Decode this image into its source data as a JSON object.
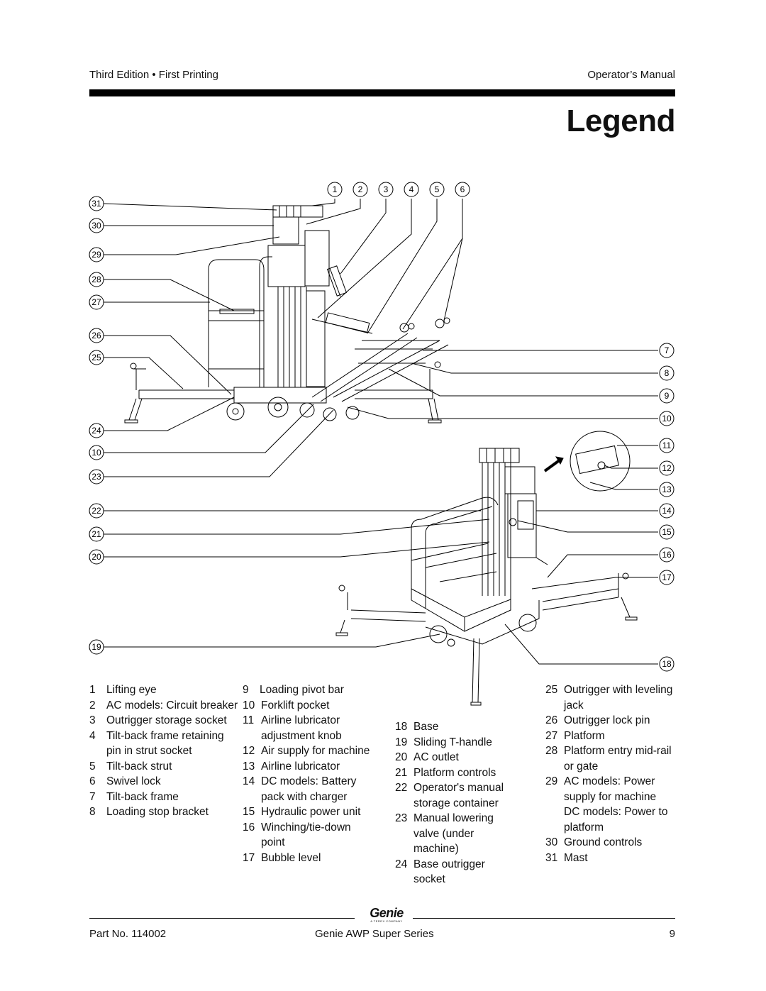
{
  "header": {
    "left": "Third Edition • First Printing",
    "right": "Operator’s Manual"
  },
  "title": "Legend",
  "callouts": [
    "1",
    "2",
    "3",
    "4",
    "5",
    "6",
    "7",
    "8",
    "9",
    "10",
    "11",
    "12",
    "13",
    "14",
    "15",
    "16",
    "17",
    "18",
    "19",
    "20",
    "21",
    "22",
    "23",
    "24",
    "10",
    "25",
    "26",
    "27",
    "28",
    "29",
    "30",
    "31"
  ],
  "legend": {
    "col1": [
      {
        "num": "1",
        "text": "Lifting eye"
      },
      {
        "num": "2",
        "text": "AC models: Circuit breaker"
      },
      {
        "num": "3",
        "text": "Outrigger storage socket"
      },
      {
        "num": "4",
        "text": "Tilt-back frame retaining pin in strut socket"
      },
      {
        "num": "5",
        "text": "Tilt-back strut"
      },
      {
        "num": "6",
        "text": "Swivel lock"
      },
      {
        "num": "7",
        "text": "Tilt-back frame"
      },
      {
        "num": "8",
        "text": "Loading stop bracket"
      }
    ],
    "col2": [
      {
        "num": "9",
        "text": "Loading pivot bar"
      },
      {
        "num": "10",
        "text": "Forklift pocket"
      },
      {
        "num": "11",
        "text": "Airline lubricator adjustment knob"
      },
      {
        "num": "12",
        "text": "Air supply for machine"
      },
      {
        "num": "13",
        "text": "Airline lubricator"
      },
      {
        "num": "14",
        "text": "DC models: Battery pack with charger"
      },
      {
        "num": "15",
        "text": "Hydraulic power unit"
      },
      {
        "num": "16",
        "text": "Winching/tie-down point"
      },
      {
        "num": "17",
        "text": "Bubble level"
      }
    ],
    "col3": [
      {
        "num": "18",
        "text": "Base"
      },
      {
        "num": "19",
        "text": "Sliding T-handle"
      },
      {
        "num": "20",
        "text": "AC outlet"
      },
      {
        "num": "21",
        "text": "Platform controls"
      },
      {
        "num": "22",
        "text": "Operator's manual storage container"
      },
      {
        "num": "23",
        "text": "Manual lowering valve (under machine)"
      },
      {
        "num": "24",
        "text": "Base outrigger socket"
      }
    ],
    "col4": [
      {
        "num": "25",
        "text": "Outrigger with leveling jack"
      },
      {
        "num": "26",
        "text": "Outrigger lock pin"
      },
      {
        "num": "27",
        "text": "Platform"
      },
      {
        "num": "28",
        "text": "Platform entry mid-rail or gate"
      },
      {
        "num": "29",
        "text": "AC models: Power supply for machine DC models: Power to platform"
      },
      {
        "num": "30",
        "text": "Ground controls"
      },
      {
        "num": "31",
        "text": "Mast"
      }
    ]
  },
  "logo": {
    "brand": "Genie",
    "tagline": "A TEREX COMPANY"
  },
  "footer": {
    "left": "Part No. 114002",
    "center": "Genie AWP Super Series",
    "right": "9"
  }
}
